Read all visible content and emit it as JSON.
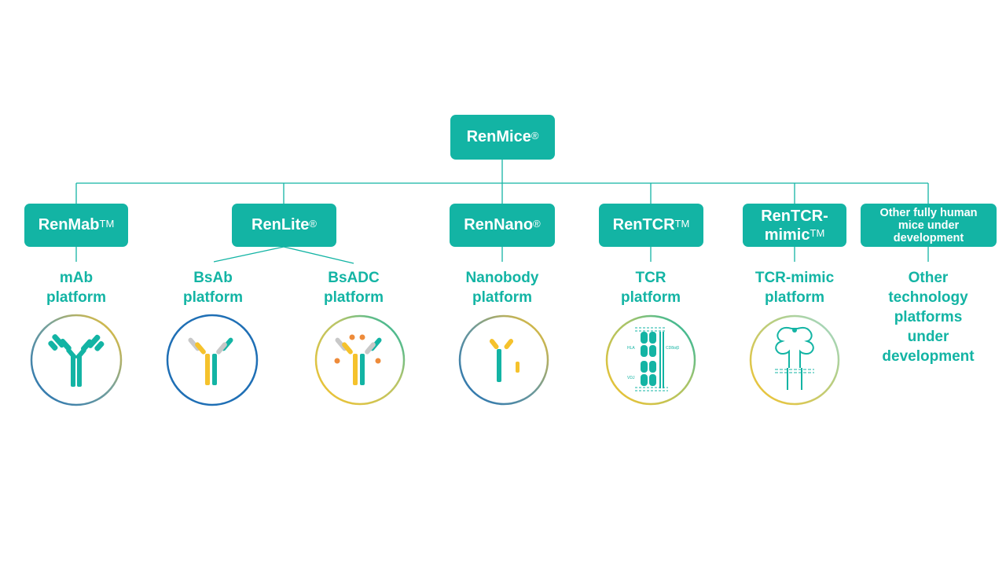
{
  "root": {
    "name": "RenMice",
    "mark": "®"
  },
  "platforms": [
    {
      "name": "RenMab",
      "mark": "TM",
      "subs": [
        {
          "line1": "mAb",
          "line2": "platform",
          "icon": "monoclonal-antibody-icon"
        }
      ]
    },
    {
      "name": "RenLite",
      "mark": "®",
      "subs": [
        {
          "line1": "BsAb",
          "line2": "platform",
          "icon": "bispecific-antibody-icon"
        },
        {
          "line1": "BsADC",
          "line2": "platform",
          "icon": "bispecific-adc-icon"
        }
      ]
    },
    {
      "name": "RenNano",
      "mark": "®",
      "subs": [
        {
          "line1": "Nanobody",
          "line2": "platform",
          "icon": "nanobody-icon"
        }
      ]
    },
    {
      "name": "RenTCR",
      "mark": "TM",
      "subs": [
        {
          "line1": "TCR",
          "line2": "platform",
          "icon": "tcr-icon"
        }
      ]
    },
    {
      "name": "RenTCR-",
      "name2": "mimic",
      "mark": "TM",
      "subs": [
        {
          "line1": "TCR-mimic",
          "line2": "platform",
          "icon": "tcr-mimic-icon"
        }
      ]
    },
    {
      "name": "Other fully human mice under development",
      "mark": "",
      "subs": [
        {
          "line1": "Other",
          "line2": "technology",
          "line3": "platforms",
          "line4": "under",
          "line5": "development"
        }
      ]
    }
  ],
  "icon_labels": {
    "hla": "HLA",
    "cd": "CD8α/β",
    "vdj": "VDJ"
  },
  "colors": {
    "teal": "#13b4a4",
    "yellow": "#f5c22c",
    "blue": "#1f6fb5",
    "gray": "#c8c8c8",
    "orange": "#ee8b3a",
    "olive": "#a8a35a"
  }
}
